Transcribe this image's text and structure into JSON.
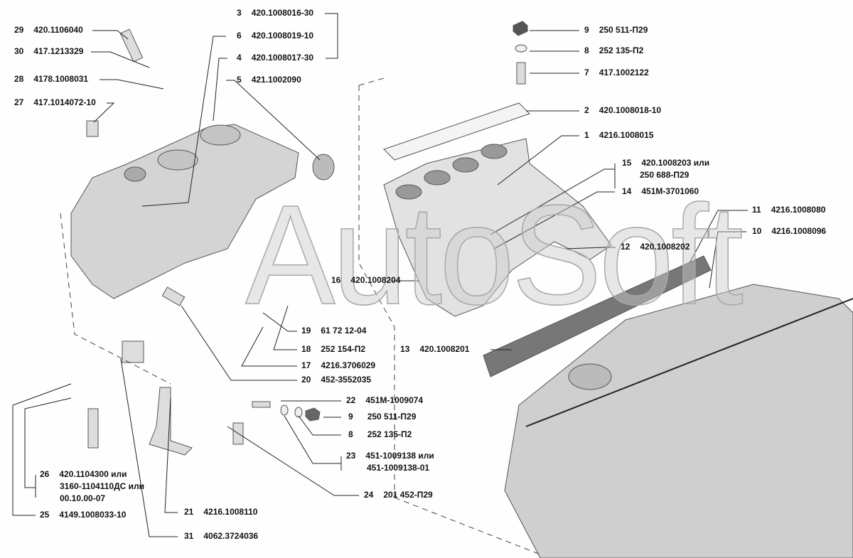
{
  "watermark": "AutoSoft",
  "callouts": [
    {
      "num": "29",
      "code": "420.1106040"
    },
    {
      "num": "30",
      "code": "417.1213329"
    },
    {
      "num": "28",
      "code": "4178.1008031"
    },
    {
      "num": "27",
      "code": "417.1014072-10"
    },
    {
      "num": "3",
      "code": "420.1008016-30"
    },
    {
      "num": "6",
      "code": "420.1008019-10"
    },
    {
      "num": "4",
      "code": "420.1008017-30"
    },
    {
      "num": "5",
      "code": "421.1002090"
    },
    {
      "num": "9",
      "code": "250 511-П29"
    },
    {
      "num": "8",
      "code": "252 135-П2"
    },
    {
      "num": "7",
      "code": "417.1002122"
    },
    {
      "num": "2",
      "code": "420.1008018-10"
    },
    {
      "num": "1",
      "code": "4216.1008015"
    },
    {
      "num": "15",
      "code": "420.1008203 или",
      "code2": "250 688-П29"
    },
    {
      "num": "14",
      "code": "451М-3701060"
    },
    {
      "num": "11",
      "code": "4216.1008080"
    },
    {
      "num": "10",
      "code": "4216.1008096"
    },
    {
      "num": "12",
      "code": "420.1008202"
    },
    {
      "num": "16",
      "code": "420.1008204"
    },
    {
      "num": "13",
      "code": "420.1008201"
    },
    {
      "num": "19",
      "code": "61 72 12-04"
    },
    {
      "num": "18",
      "code": "252 154-П2"
    },
    {
      "num": "17",
      "code": "4216.3706029"
    },
    {
      "num": "20",
      "code": "452-3552035"
    },
    {
      "num": "22",
      "code": "451М-1009074"
    },
    {
      "num": "9",
      "code": "250 511-П29"
    },
    {
      "num": "8",
      "code": "252 135-П2"
    },
    {
      "num": "23",
      "code": "451-1009138 или",
      "code2": "451-1009138-01"
    },
    {
      "num": "24",
      "code": "201 452-П29"
    },
    {
      "num": "26",
      "code": "420.1104300 или",
      "code2": "3160-1104110ДС или",
      "code3": "00.10.00-07"
    },
    {
      "num": "25",
      "code": "4149.1008033-10"
    },
    {
      "num": "21",
      "code": "4216.1008110"
    },
    {
      "num": "31",
      "code": "4062.3724036"
    }
  ]
}
